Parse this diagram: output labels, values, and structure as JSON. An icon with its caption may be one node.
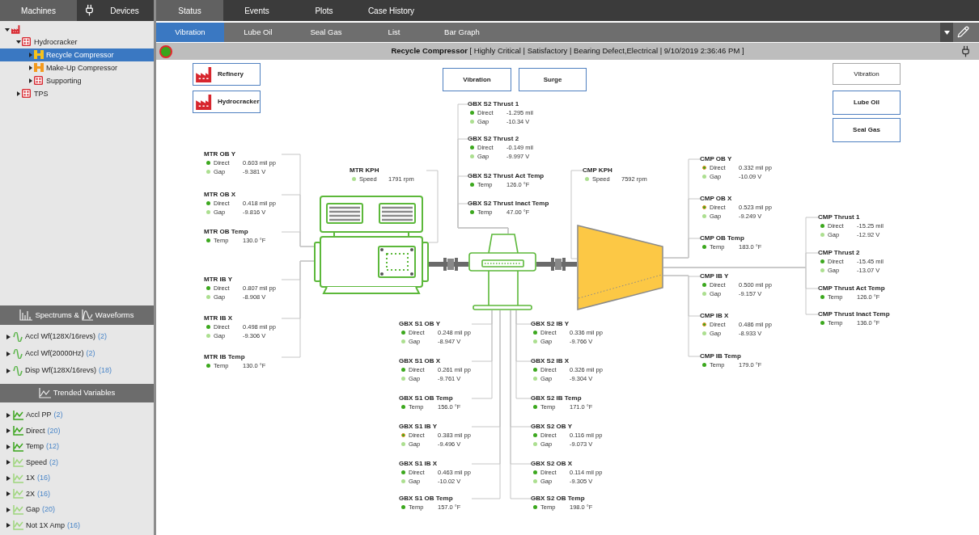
{
  "diagram": {
    "nodes": [
      {
        "text": [
          "Refinery"
        ]
      },
      {
        "text": [
          "Hydrocracker"
        ]
      },
      {
        "text": [
          "Vibration"
        ]
      },
      {
        "text": [
          "Surge"
        ]
      },
      {
        "text": [
          "Vibration"
        ]
      },
      {
        "text": [
          "Lube Oil"
        ]
      },
      {
        "text": [
          "Seal Gas"
        ]
      },
      {
        "text": [
          "MTR OB Y",
          "Direct",
          "0.603 mil pp",
          "Gap",
          "-9.381 V"
        ]
      },
      {
        "text": [
          "MTR OB X",
          "Direct",
          "0.418 mil pp",
          "Gap",
          "-9.816 V"
        ]
      },
      {
        "text": [
          "MTR OB Temp",
          "Temp",
          "130.0 °F"
        ]
      },
      {
        "text": [
          "MTR IB Y",
          "Direct",
          "0.807 mil pp",
          "Gap",
          "-8.908 V"
        ]
      },
      {
        "text": [
          "MTR IB X",
          "Direct",
          "0.498 mil pp",
          "Gap",
          "-9.306 V"
        ]
      },
      {
        "text": [
          "MTR IB Temp",
          "Temp",
          "130.0 °F"
        ]
      },
      {
        "text": [
          "MTR KPH",
          "Speed",
          "1791 rpm"
        ]
      },
      {
        "text": [
          "GBX S2 Thrust 1",
          "Direct",
          "-1.295 mil",
          "Gap",
          "-10.34 V"
        ]
      },
      {
        "text": [
          "GBX S2 Thrust 2",
          "Direct",
          "-0.149 mil",
          "Gap",
          "-9.997 V"
        ]
      },
      {
        "text": [
          "GBX S2 Thrust Act Temp",
          "Temp",
          "126.0 °F"
        ]
      },
      {
        "text": [
          "GBX S2 Thrust Inact Temp",
          "Temp",
          "47.00 °F"
        ]
      },
      {
        "text": [
          "CMP KPH",
          "Speed",
          "7592 rpm"
        ]
      },
      {
        "text": [
          "CMP OB Y",
          "Direct",
          "0.332 mil pp",
          "Gap",
          "-10.09 V"
        ]
      },
      {
        "text": [
          "CMP OB X",
          "Direct",
          "0.523 mil pp",
          "Gap",
          "-9.249 V"
        ]
      },
      {
        "text": [
          "CMP OB Temp",
          "Temp",
          "183.0 °F"
        ]
      },
      {
        "text": [
          "CMP IB Y",
          "Direct",
          "0.500 mil pp",
          "Gap",
          "-9.157 V"
        ]
      },
      {
        "text": [
          "CMP IB X",
          "Direct",
          "0.486 mil pp",
          "Gap",
          "-8.933 V"
        ]
      },
      {
        "text": [
          "CMP IB Temp",
          "Temp",
          "179.0 °F"
        ]
      },
      {
        "text": [
          "CMP Thrust 1",
          "Direct",
          "-15.25 mil",
          "Gap",
          "-12.92 V"
        ]
      },
      {
        "text": [
          "CMP Thrust 2",
          "Direct",
          "-15.45 mil",
          "Gap",
          "-13.07 V"
        ]
      },
      {
        "text": [
          "CMP Thrust Act Temp",
          "Temp",
          "126.0 °F"
        ]
      },
      {
        "text": [
          "CMP Thrust Inact Temp",
          "Temp",
          "136.0 °F"
        ]
      },
      {
        "text": [
          "GBX S1 OB Y",
          "Direct",
          "0.248 mil pp",
          "Gap",
          "-8.947 V"
        ]
      },
      {
        "text": [
          "GBX S1 OB X",
          "Direct",
          "0.261 mil pp",
          "Gap",
          "-9.761 V"
        ]
      },
      {
        "text": [
          "GBX S1 OB Temp",
          "Temp",
          "156.0 °F"
        ]
      },
      {
        "text": [
          "GBX S1 IB Y",
          "Direct",
          "0.383 mil pp",
          "Gap",
          "-9.496 V"
        ]
      },
      {
        "text": [
          "GBX S1 IB X",
          "Direct",
          "0.463 mil pp",
          "Gap",
          "-10.02 V"
        ]
      },
      {
        "text": [
          "GBX S1 OB Temp",
          "Temp",
          "157.0 °F"
        ]
      },
      {
        "text": [
          "GBX S2 IB Y",
          "Direct",
          "0.336 mil pp",
          "Gap",
          "-9.766 V"
        ]
      },
      {
        "text": [
          "GBX S2 IB X",
          "Direct",
          "0.326 mil pp",
          "Gap",
          "-9.304 V"
        ]
      },
      {
        "text": [
          "GBX S2 IB Temp",
          "Temp",
          "171.0 °F"
        ]
      },
      {
        "text": [
          "GBX S2 OB Y",
          "Direct",
          "0.116 mil pp",
          "Gap",
          "-9.073 V"
        ]
      },
      {
        "text": [
          "GBX S2 OB X",
          "Direct",
          "0.114 mil pp",
          "Gap",
          "-9.305 V"
        ]
      },
      {
        "text": [
          "GBX S2 OB Temp",
          "Temp",
          "198.0 °F"
        ]
      },
      {
        "text": [],
        "shape": "picture"
      },
      {
        "text": [],
        "shape": "picture"
      },
      {
        "text": [],
        "shape": "picture"
      }
    ],
    "edges": [
      {
        "from": 7,
        "to": 41,
        "arrow": "none"
      },
      {
        "from": 8,
        "to": 41,
        "arrow": "none"
      },
      {
        "from": 9,
        "to": 41,
        "arrow": "none"
      },
      {
        "from": 10,
        "to": 41,
        "arrow": "none"
      },
      {
        "from": 11,
        "to": 41,
        "arrow": "none"
      },
      {
        "from": 12,
        "to": 41,
        "arrow": "none"
      },
      {
        "from": 13,
        "to": 41,
        "arrow": "none"
      },
      {
        "from": 14,
        "to": 42,
        "arrow": "none"
      },
      {
        "from": 15,
        "to": 42,
        "arrow": "none"
      },
      {
        "from": 16,
        "to": 42,
        "arrow": "none"
      },
      {
        "from": 17,
        "to": 42,
        "arrow": "none"
      },
      {
        "from": 18,
        "to": 43,
        "arrow": "none"
      },
      {
        "from": 19,
        "to": 43,
        "arrow": "none"
      },
      {
        "from": 20,
        "to": 43,
        "arrow": "none"
      },
      {
        "from": 21,
        "to": 43,
        "arrow": "none"
      },
      {
        "from": 22,
        "to": 43,
        "arrow": "none"
      },
      {
        "from": 23,
        "to": 43,
        "arrow": "none"
      },
      {
        "from": 24,
        "to": 43,
        "arrow": "none"
      },
      {
        "from": 25,
        "to": 43,
        "arrow": "none"
      },
      {
        "from": 26,
        "to": 43,
        "arrow": "none"
      },
      {
        "from": 27,
        "to": 43,
        "arrow": "none"
      },
      {
        "from": 28,
        "to": 43,
        "arrow": "none"
      },
      {
        "from": 29,
        "to": 42,
        "arrow": "none"
      },
      {
        "from": 30,
        "to": 42,
        "arrow": "none"
      },
      {
        "from": 31,
        "to": 42,
        "arrow": "none"
      },
      {
        "from": 32,
        "to": 42,
        "arrow": "none"
      },
      {
        "from": 33,
        "to": 42,
        "arrow": "none"
      },
      {
        "from": 34,
        "to": 42,
        "arrow": "none"
      },
      {
        "from": 35,
        "to": 42,
        "arrow": "none"
      },
      {
        "from": 36,
        "to": 42,
        "arrow": "none"
      },
      {
        "from": 37,
        "to": 42,
        "arrow": "none"
      },
      {
        "from": 38,
        "to": 42,
        "arrow": "none"
      },
      {
        "from": 39,
        "to": 42,
        "arrow": "none"
      },
      {
        "from": 40,
        "to": 42,
        "arrow": "none"
      },
      {
        "from": 41,
        "to": 42,
        "arrow": "none",
        "style": "thick",
        "color": "#6a6a6a"
      },
      {
        "from": 42,
        "to": 43,
        "arrow": "none",
        "style": "thick",
        "color": "#6a6a6a"
      }
    ],
    "labels": [
      "Machines",
      "Devices",
      "Status",
      "Events",
      "Plots",
      "Case History",
      "Vibration",
      "Lube Oil",
      "Seal Gas",
      "List",
      "Bar Graph",
      "Hydrocracker",
      "Recycle Compressor",
      "Make-Up Compressor",
      "Supporting",
      "TPS",
      "**Recycle Compressor** [ Highly Critical | Satisfactory | Bearing Defect,Electrical | 9/10/2019 2:36:46 PM ]",
      "Spectrums &",
      "Waveforms",
      "Accl Wf(128X/16revs)",
      "(2)",
      "Accl Wf(20000Hz)",
      "(2)",
      "Disp Wf(128X/16revs)",
      "(18)",
      "Trended Variables",
      "Accl PP",
      "(2)",
      "Direct",
      "(20)",
      "Temp",
      "(12)",
      "Speed",
      "(2)",
      "1X",
      "(16)",
      "2X",
      "(16)",
      "Gap",
      "(20)",
      "Not 1X Amp",
      "(16)"
    ]
  }
}
